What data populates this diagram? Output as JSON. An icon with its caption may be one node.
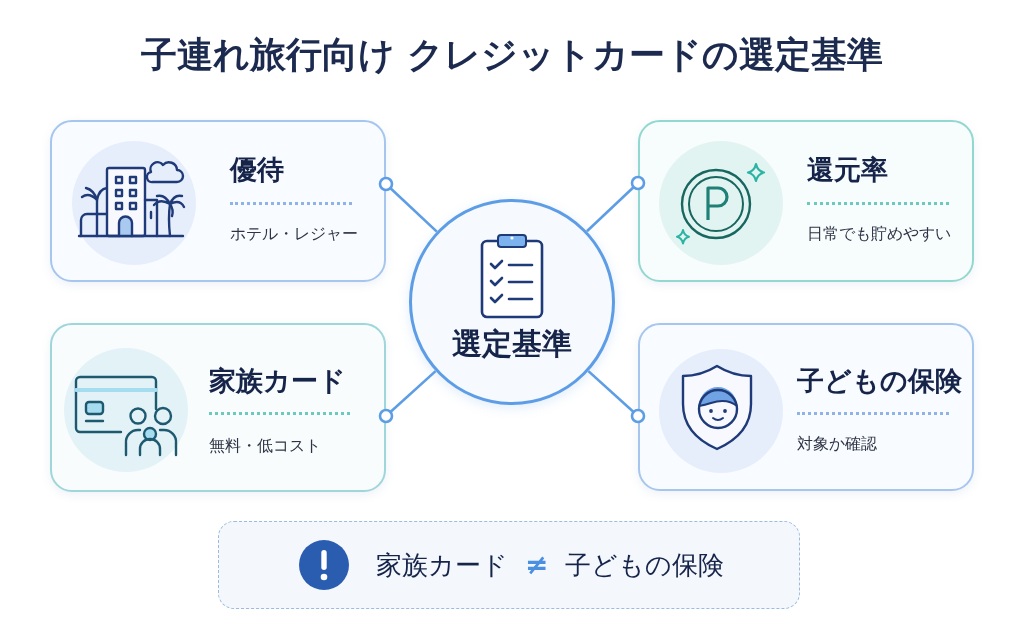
{
  "diagram": {
    "title": "子連れ旅行向け クレジットカードの選定基準",
    "nodes": [
      {
        "text": [
          "優待",
          "ホテル・レジャー"
        ]
      },
      {
        "text": [
          "還元率",
          "日常でも貯めやすい"
        ]
      },
      {
        "text": [
          "選定基準"
        ]
      },
      {
        "text": [
          "家族カード",
          "無料・低コスト"
        ]
      },
      {
        "text": [
          "子どもの保険",
          "対象か確認"
        ]
      },
      {
        "text": [
          "家族カード",
          "≠",
          "子どもの保険"
        ]
      }
    ],
    "edges": [
      {
        "from": 2,
        "to": 0,
        "arrow": "other"
      },
      {
        "from": 2,
        "to": 1,
        "arrow": "other"
      },
      {
        "from": 2,
        "to": 3,
        "arrow": "other"
      },
      {
        "from": 2,
        "to": 4,
        "arrow": "other"
      }
    ]
  }
}
